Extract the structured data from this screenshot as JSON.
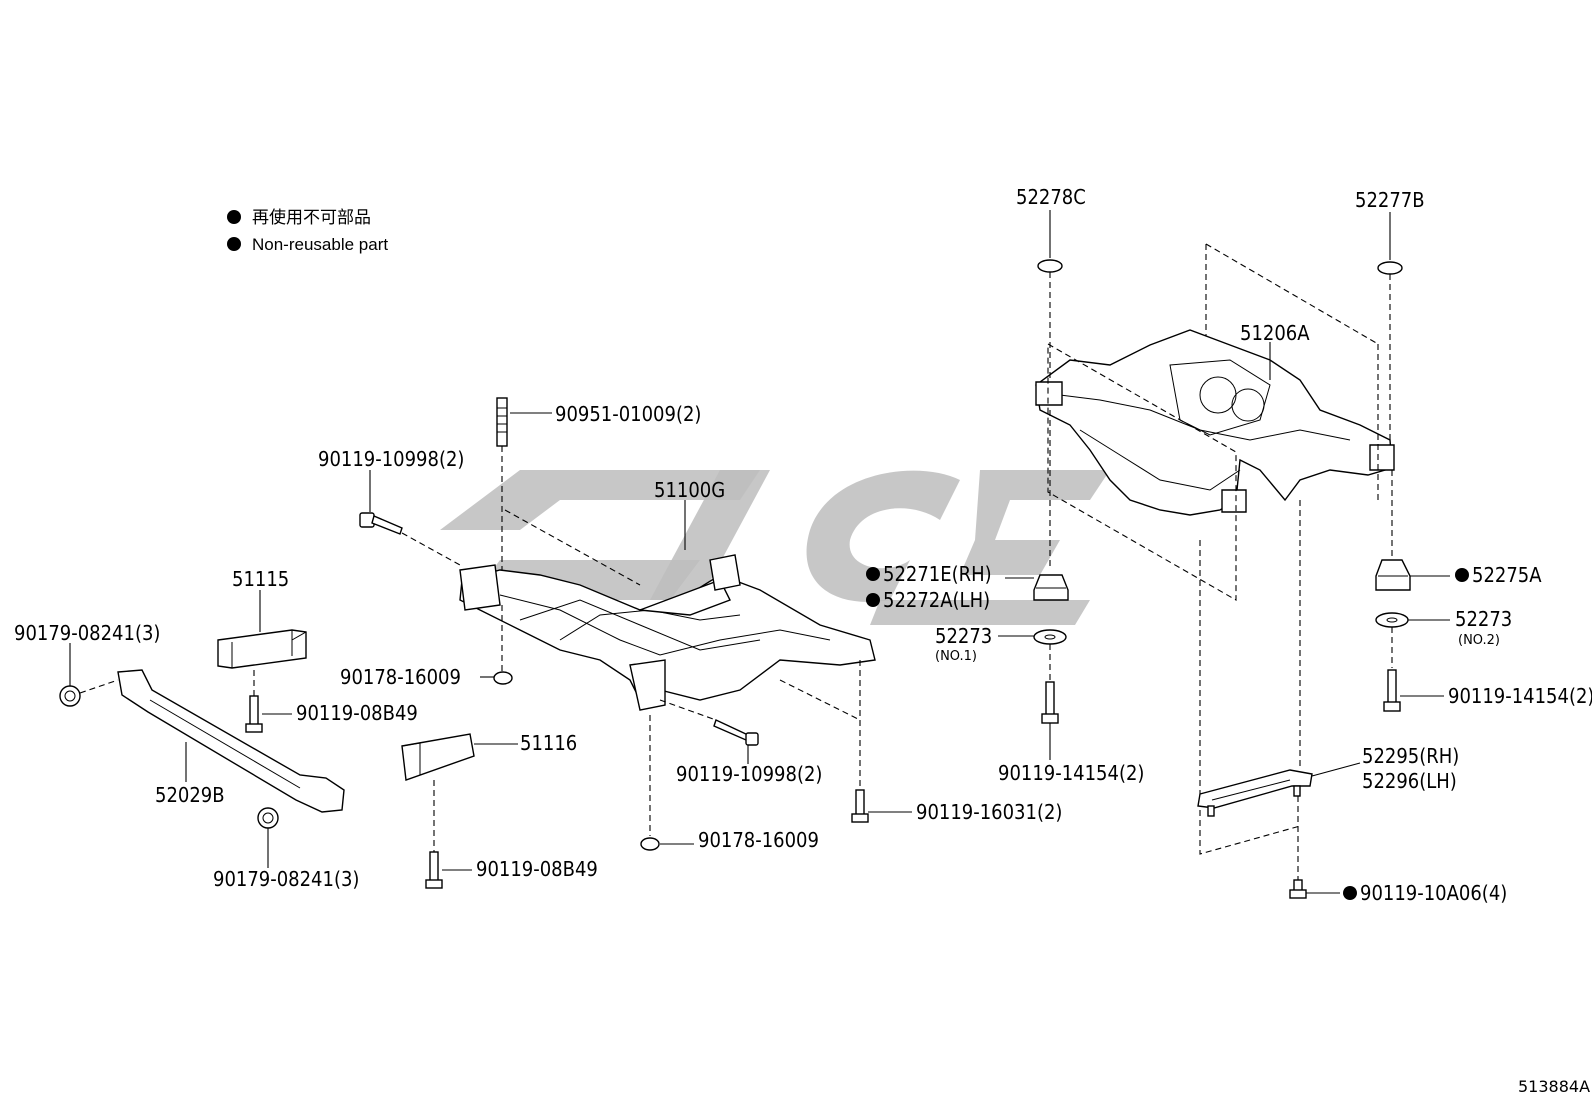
{
  "legend": {
    "marker": "●",
    "line_jp": "再使用不可部品",
    "line_en": "Non-reusable part"
  },
  "diagram_code": "513884A",
  "callouts": {
    "p90951_01009": "90951-01009(2)",
    "p90119_10998_top": "90119-10998(2)",
    "p51100G": "51100G",
    "p51115": "51115",
    "p90179_08241_top": "90179-08241(3)",
    "p90178_16009_top": "90178-16009",
    "p90119_08B49_top": "90119-08B49",
    "p51116": "51116",
    "p52029B": "52029B",
    "p90119_10998_bot": "90119-10998(2)",
    "p90119_16031": "90119-16031(2)",
    "p90178_16009_bot": "90178-16009",
    "p90179_08241_bot": "90179-08241(3)",
    "p90119_08B49_bot": "90119-08B49",
    "p52278C": "52278C",
    "p52277B": "52277B",
    "p51206A": "51206A",
    "p52271E": "52271E(RH)",
    "p52272A": "52272A(LH)",
    "p52273_1": "52273",
    "p52273_1_note": "(NO.1)",
    "p90119_14154_left": "90119-14154(2)",
    "p52275A": "52275A",
    "p52273_2": "52273",
    "p52273_2_note": "(NO.2)",
    "p90119_14154_right": "90119-14154(2)",
    "p52295": "52295(RH)",
    "p52296": "52296(LH)",
    "p90119_10A06": "90119-10A06(4)"
  },
  "colors": {
    "line": "#000000",
    "watermark": "#bdbdbd"
  }
}
